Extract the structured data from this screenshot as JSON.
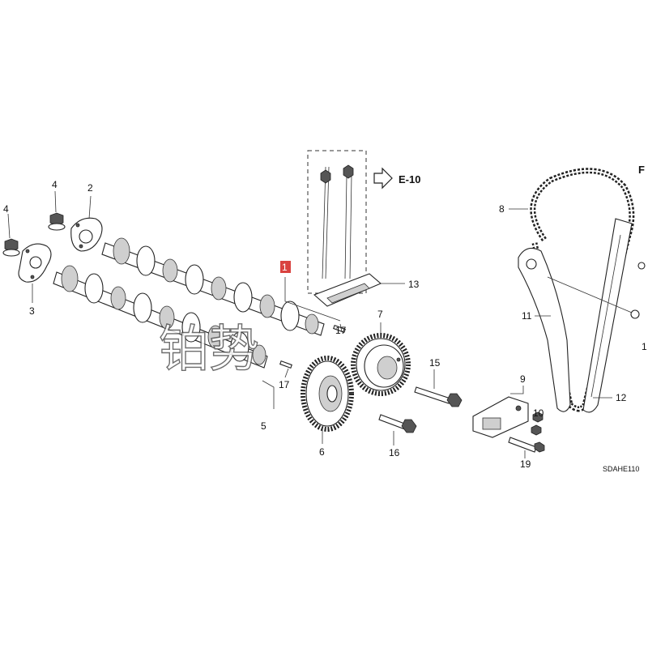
{
  "diagram": {
    "callouts": [
      {
        "id": "c1",
        "text": "1",
        "highlight": true
      },
      {
        "id": "c2",
        "text": "2"
      },
      {
        "id": "c3",
        "text": "3"
      },
      {
        "id": "c4a",
        "text": "4"
      },
      {
        "id": "c4b",
        "text": "4"
      },
      {
        "id": "c5",
        "text": "5"
      },
      {
        "id": "c6",
        "text": "6"
      },
      {
        "id": "c7",
        "text": "7"
      },
      {
        "id": "c8",
        "text": "8"
      },
      {
        "id": "c9",
        "text": "9"
      },
      {
        "id": "c10",
        "text": "10"
      },
      {
        "id": "c11",
        "text": "11"
      },
      {
        "id": "c12",
        "text": "12"
      },
      {
        "id": "c13",
        "text": "13"
      },
      {
        "id": "c15",
        "text": "15"
      },
      {
        "id": "c16",
        "text": "16"
      },
      {
        "id": "c17a",
        "text": "17"
      },
      {
        "id": "c17b",
        "text": "17"
      },
      {
        "id": "c18",
        "text": "1"
      },
      {
        "id": "c19",
        "text": "19"
      }
    ],
    "reference": "E-10",
    "front_label": "F",
    "diagram_code": "SDAHE110",
    "watermark": "铂势",
    "colors": {
      "highlight": "#d9423f",
      "line": "#222222"
    }
  }
}
